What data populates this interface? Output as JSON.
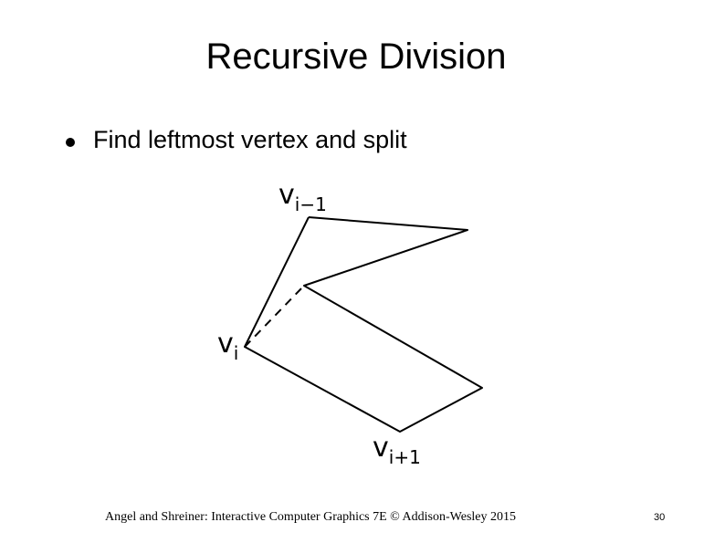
{
  "slide": {
    "title": "Recursive Division",
    "bullet": "Find leftmost vertex and split",
    "footer": "Angel and Shreiner: Interactive Computer Graphics 7E © Addison-Wesley 2015",
    "page_number": "30"
  },
  "figure": {
    "vertex_labels": {
      "prev": {
        "v": "v",
        "sub": "i−1"
      },
      "current": {
        "v": "v",
        "sub": "i"
      },
      "next": {
        "v": "v",
        "sub": "i+1"
      }
    }
  }
}
